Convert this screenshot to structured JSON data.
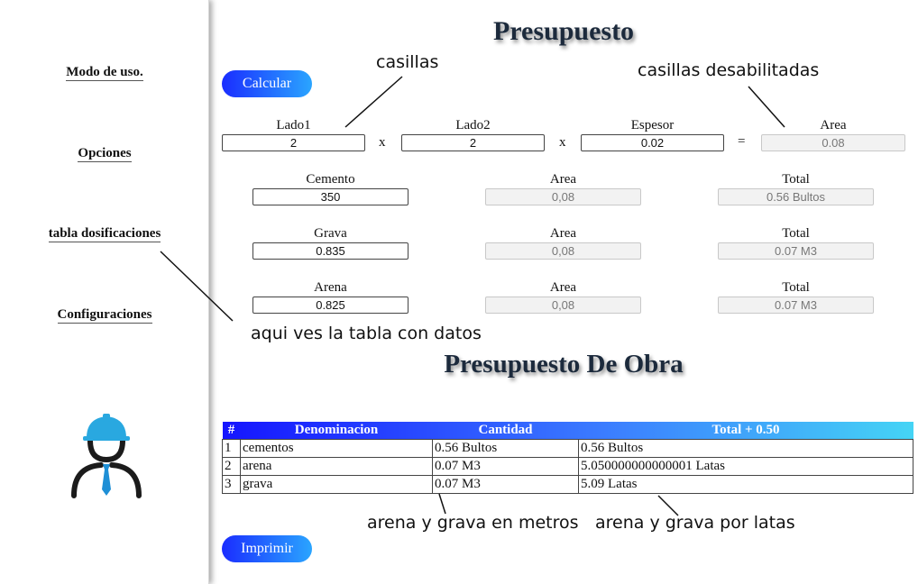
{
  "sidebar": {
    "items": [
      {
        "label": "Modo de uso."
      },
      {
        "label": "Opciones"
      },
      {
        "label": "tabla dosificaciones"
      },
      {
        "label": "Configuraciones"
      }
    ]
  },
  "main": {
    "title": "Presupuesto",
    "calc_button": "Calcular",
    "dimensions": {
      "lado1": {
        "label": "Lado1",
        "value": "2"
      },
      "lado2": {
        "label": "Lado2",
        "value": "2"
      },
      "espesor": {
        "label": "Espesor",
        "value": "0.02"
      },
      "area": {
        "label": "Area",
        "value": "0.08"
      },
      "op_x": "x",
      "op_eq": "="
    },
    "materials": [
      {
        "label": "Cemento",
        "value": "350",
        "area_label": "Area",
        "area": "0,08",
        "total_label": "Total",
        "total": "0.56 Bultos"
      },
      {
        "label": "Grava",
        "value": "0.835",
        "area_label": "Area",
        "area": "0,08",
        "total_label": "Total",
        "total": "0.07 M3"
      },
      {
        "label": "Arena",
        "value": "0.825",
        "area_label": "Area",
        "area": "0,08",
        "total_label": "Total",
        "total": "0.07 M3"
      }
    ],
    "obra_title": "Presupuesto De Obra",
    "table": {
      "headers": [
        "#",
        "Denominacion",
        "Cantidad",
        "Total + 0.50"
      ],
      "rows": [
        [
          "1",
          "cementos",
          "0.56 Bultos",
          "0.56 Bultos"
        ],
        [
          "2",
          "arena",
          "0.07 M3",
          "5.050000000000001 Latas"
        ],
        [
          "3",
          "grava",
          "0.07 M3",
          "5.09 Latas"
        ]
      ]
    },
    "print_button": "Imprimir"
  },
  "annotations": {
    "casillas": "casillas",
    "casillas_desabilitadas": "casillas desabilitadas",
    "tabla_datos": "aqui ves la tabla con datos",
    "metros": "arena y grava en metros",
    "latas": "arena y grava por latas"
  },
  "colors": {
    "button_start": "#1a2dff",
    "button_end": "#2aa5ff",
    "helmet": "#29a8e0",
    "tie": "#1e8fd6",
    "title": "#1c2a3c"
  }
}
